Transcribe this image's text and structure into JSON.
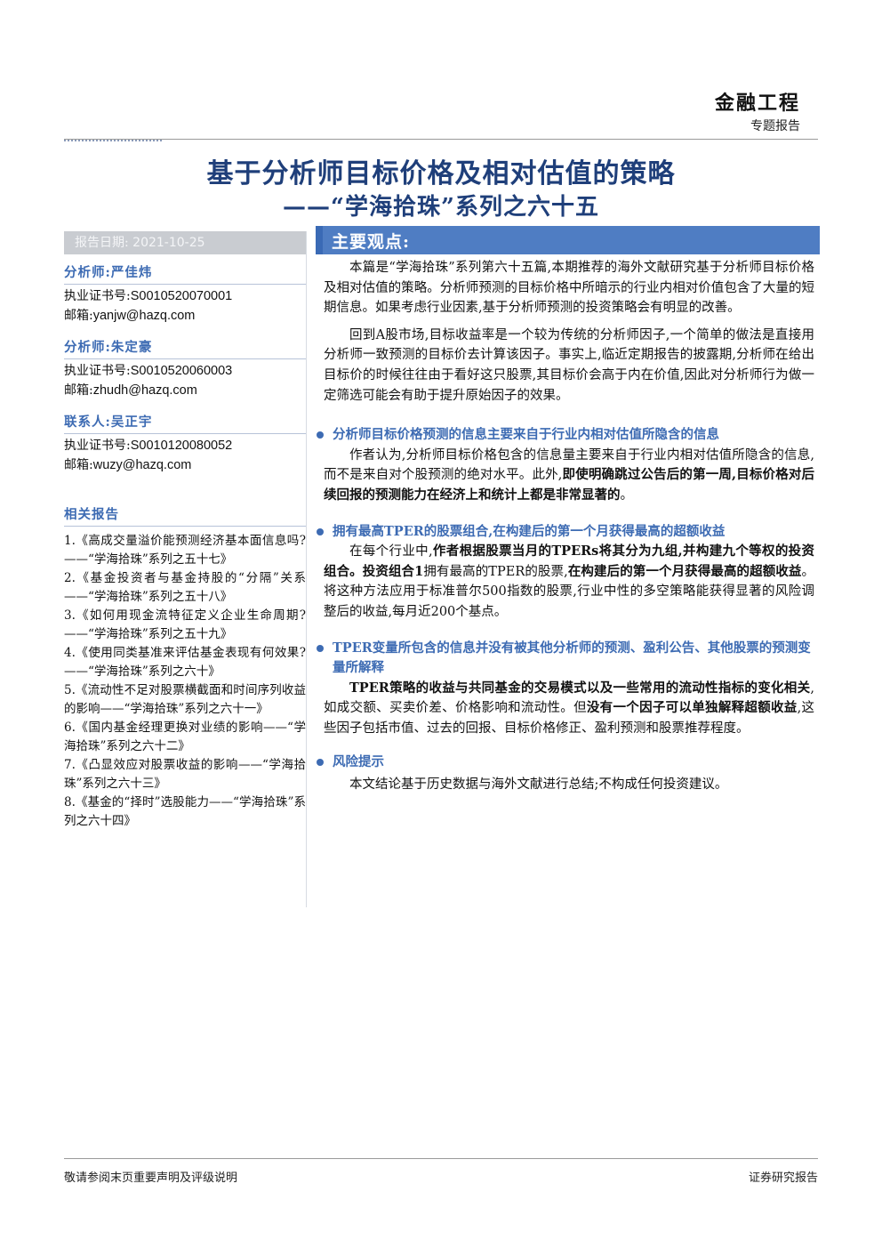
{
  "header": {
    "brand": "金融工程",
    "doc_type": "专题报告"
  },
  "title": "基于分析师目标价格及相对估值的策略",
  "subtitle": "——“学海拾珠”系列之六十五",
  "report_date": {
    "label": "报告日期:",
    "value": "2021-10-25"
  },
  "analysts": [
    {
      "role_name": "分析师:严佳炜",
      "cert_label": "执业证书号:",
      "cert": "S0010520070001",
      "email_label": "邮箱:",
      "email": "yanjw@hazq.com"
    },
    {
      "role_name": "分析师:朱定豪",
      "cert_label": "执业证书号:",
      "cert": "S0010520060003",
      "email_label": "邮箱:",
      "email": "zhudh@hazq.com"
    },
    {
      "role_name": "联系人:吴正宇",
      "cert_label": "执业证书号:",
      "cert": "S0010120080052",
      "email_label": "邮箱:",
      "email": "wuzy@hazq.com"
    }
  ],
  "related": {
    "heading": "相关报告",
    "items": [
      "1.《高成交量溢价能预测经济基本面信息吗?——“学海拾珠”系列之五十七》",
      "2.《基金投资者与基金持股的“分隔”关系——“学海拾珠”系列之五十八》",
      "3.《如何用现金流特征定义企业生命周期?——“学海拾珠”系列之五十九》",
      "4.《使用同类基准来评估基金表现有何效果?——“学海拾珠”系列之六十》",
      "5.《流动性不足对股票横截面和时间序列收益的影响——“学海拾珠”系列之六十一》",
      "6.《国内基金经理更换对业绩的影响——“学海拾珠”系列之六十二》",
      "7.《凸显效应对股票收益的影响——“学海拾珠”系列之六十三》",
      "8.《基金的“择时”选股能力——“学海拾珠”系列之六十四》"
    ]
  },
  "main": {
    "heading": "主要观点:",
    "intro_p1": "本篇是“学海拾珠”系列第六十五篇,本期推荐的海外文献研究基于分析师目标价格及相对估值的策略。分析师预测的目标价格中所暗示的行业内相对价值包含了大量的短期信息。如果考虑行业因素,基于分析师预测的投资策略会有明显的改善。",
    "intro_p2": "回到A股市场,目标收益率是一个较为传统的分析师因子,一个简单的做法是直接用分析师一致预测的目标价去计算该因子。事实上,临近定期报告的披露期,分析师在给出目标价的时候往往由于看好这只股票,其目标价会高于内在价值,因此对分析师行为做一定筛选可能会有助于提升原始因子的效果。",
    "b1_title": "分析师目标价格预测的信息主要来自于行业内相对估值所隐含的信息",
    "b1_p_a": "作者认为,分析师目标价格包含的信息量主要来自于行业内相对估值所隐含的信息,而不是来自对个股预测的绝对水平。此外,",
    "b1_p_b": "即使明确跳过公告后的第一周,目标价格对后续回报的预测能力在经济上和统计上都是非常显著的",
    "b1_p_c": "。",
    "b2_title": "拥有最高TPER的股票组合,在构建后的第一个月获得最高的超额收益",
    "b2_p_a": "在每个行业中,",
    "b2_p_b": "作者根据股票当月的TPERs将其分为九组,并构建九个等权的投资组合。投资组合1",
    "b2_p_c": "拥有最高的TPER的股票,",
    "b2_p_d": "在构建后的第一个月获得最高的超额收益",
    "b2_p_e": "。将这种方法应用于标准普尔500指数的股票,行业中性的多空策略能获得显著的风险调整后的收益,每月近200个基点。",
    "b3_title": "TPER变量所包含的信息并没有被其他分析师的预测、盈利公告、其他股票的预测变量所解释",
    "b3_p_a": "TPER策略的收益与共同基金的交易模式以及一些常用的流动性指标的变化相关",
    "b3_p_b": ",如成交额、买卖价差、价格影响和流动性。但",
    "b3_p_c": "没有一个因子可以单独解释超额收益",
    "b3_p_d": ",这些因子包括市值、过去的回报、目标价格修正、盈利预测和股票推荐程度。",
    "b4_title": "风险提示",
    "b4_p": "本文结论基于历史数据与海外文献进行总结;不构成任何投资建议。"
  },
  "footer": {
    "left": "敬请参阅末页重要声明及评级说明",
    "right": "证券研究报告"
  }
}
